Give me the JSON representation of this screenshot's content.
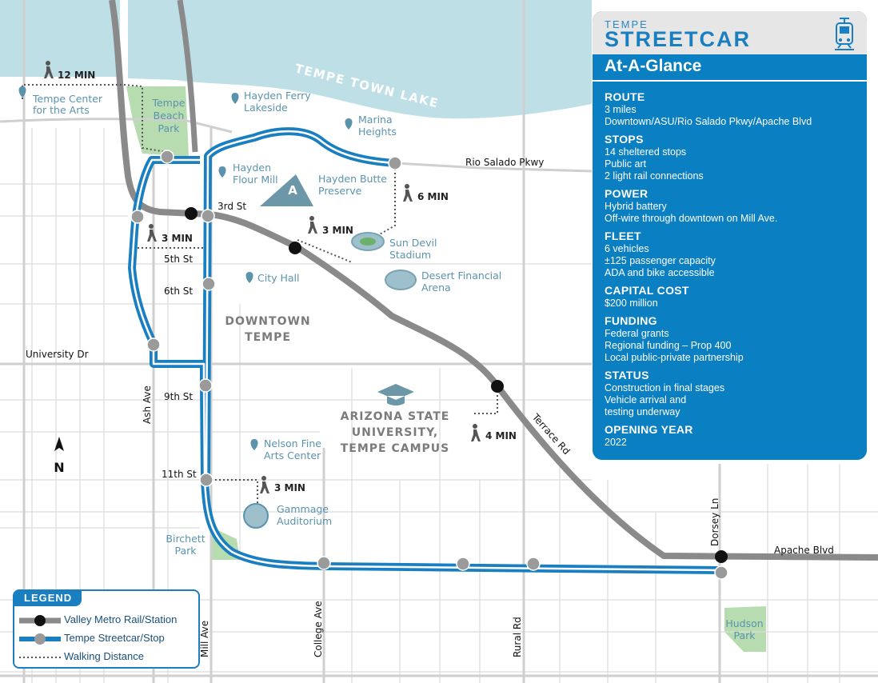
{
  "panel": {
    "brand_small": "TEMPE",
    "brand_big": "STREETCAR",
    "title": "At-A-Glance",
    "sections": [
      {
        "heading": "ROUTE",
        "lines": [
          "3 miles",
          "Downtown/ASU/Rio Salado Pkwy/Apache Blvd"
        ]
      },
      {
        "heading": "STOPS",
        "lines": [
          "14 sheltered stops",
          "Public art",
          "2 light rail connections"
        ]
      },
      {
        "heading": "POWER",
        "lines": [
          "Hybrid battery",
          "Off-wire through downtown on Mill Ave."
        ]
      },
      {
        "heading": "FLEET",
        "lines": [
          "6 vehicles",
          "±125 passenger capacity",
          "ADA and bike accessible"
        ]
      },
      {
        "heading": "CAPITAL COST",
        "lines": [
          "$200 million"
        ]
      },
      {
        "heading": "FUNDING",
        "lines": [
          "Federal grants",
          "Regional funding – Prop 400",
          "Local public-private partnership"
        ]
      },
      {
        "heading": "STATUS",
        "lines": [
          "Construction in final stages",
          "Vehicle arrival and",
          "testing underway"
        ]
      },
      {
        "heading": "OPENING YEAR",
        "lines": [
          "2022"
        ]
      }
    ]
  },
  "legend": {
    "title": "LEGEND",
    "items": [
      "Valley Metro Rail/Station",
      "Tempe Streetcar/Stop",
      "Walking Distance"
    ]
  },
  "map": {
    "lake": "TEMPE TOWN LAKE",
    "streets": {
      "rio_salado": "Rio Salado Pkwy",
      "third": "3rd St",
      "fifth": "5th St",
      "sixth": "6th St",
      "ninth": "9th St",
      "eleventh": "11th St",
      "university": "University Dr",
      "ash": "Ash Ave",
      "mill": "Mill Ave",
      "college": "College Ave",
      "rural": "Rural Rd",
      "terrace": "Terrace Rd",
      "dorsey": "Dorsey Ln",
      "apache": "Apache Blvd"
    },
    "pois": {
      "center_arts": [
        "Tempe Center",
        "for the Arts"
      ],
      "hayden_ferry": [
        "Hayden Ferry",
        "Lakeside"
      ],
      "marina": [
        "Marina",
        "Heights"
      ],
      "flour_mill": [
        "Hayden",
        "Flour Mill"
      ],
      "butte": [
        "Hayden Butte",
        "Preserve"
      ],
      "butte_letter": "A",
      "sun_devil": [
        "Sun Devil",
        "Stadium"
      ],
      "city_hall": "City Hall",
      "desert_fin": [
        "Desert Financial",
        "Arena"
      ],
      "nelson": [
        "Nelson Fine",
        "Arts Center"
      ],
      "gammage": [
        "Gammage",
        "Auditorium"
      ]
    },
    "parks": {
      "tempe_beach": [
        "Tempe",
        "Beach",
        "Park"
      ],
      "birchett": [
        "Birchett",
        "Park"
      ],
      "hudson": [
        "Hudson",
        "Park"
      ]
    },
    "districts": {
      "downtown": [
        "DOWNTOWN",
        "TEMPE"
      ],
      "asu": [
        "ARIZONA STATE",
        "UNIVERSITY,",
        "TEMPE CAMPUS"
      ]
    },
    "walk_times": {
      "center_arts": "12 MIN",
      "ash_5th": "3 MIN",
      "stadium": "3 MIN",
      "marina": "6 MIN",
      "terrace": "4 MIN",
      "gammage": "3 MIN"
    },
    "north": "N"
  },
  "colors": {
    "streetcar": "#1a7fc0",
    "rail": "#8a8a8a",
    "lake": "#bfdfe6",
    "park": "#b6dcb0",
    "panel": "#0a7fc2"
  }
}
